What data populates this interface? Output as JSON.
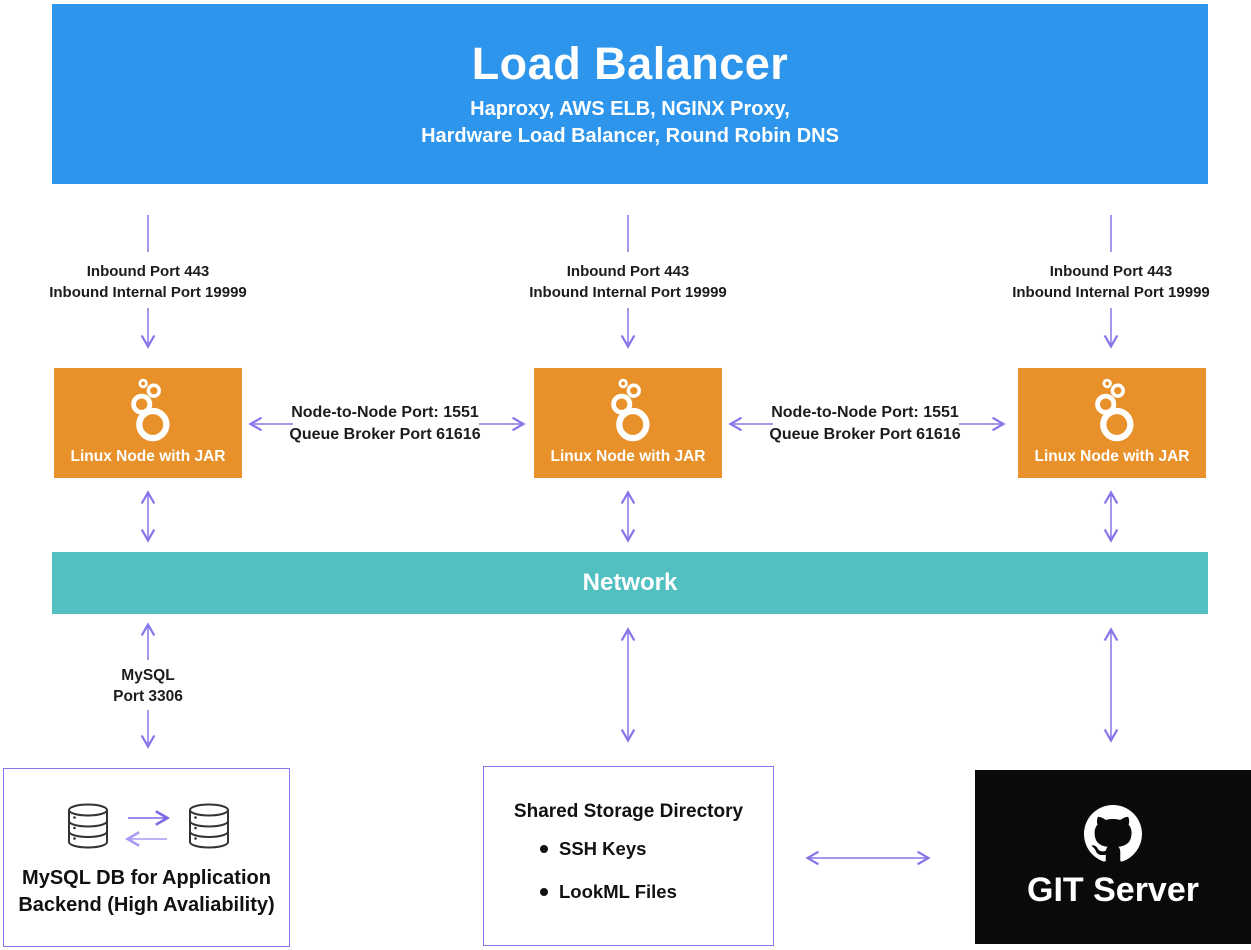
{
  "load_balancer": {
    "title": "Load Balancer",
    "subtitle_line1": "Haproxy, AWS ELB, NGINX Proxy,",
    "subtitle_line2": "Hardware Load Balancer, Round Robin DNS",
    "color": "#2D96EC"
  },
  "inbound_label": {
    "line1": "Inbound Port 443",
    "line2": "Inbound Internal Port 19999"
  },
  "nodes": {
    "label": "Linux Node with JAR",
    "count": 3,
    "color": "#E8912B",
    "icon": "looker-logo"
  },
  "node_link": {
    "line1": "Node-to-Node Port: 1551",
    "line2": "Queue Broker Port 61616"
  },
  "network": {
    "label": "Network",
    "color": "#52BFC1"
  },
  "mysql_link": {
    "line1": "MySQL",
    "line2": "Port 3306"
  },
  "mysql_box": {
    "line1": "MySQL DB for Application",
    "line2": "Backend (High Avaliability)",
    "icon": "database-replication",
    "border_color": "#8678E9"
  },
  "storage_box": {
    "title": "Shared Storage Directory",
    "items": [
      "SSH Keys",
      "LookML Files"
    ],
    "border_color": "#8678E9"
  },
  "git_box": {
    "label": "GIT Server",
    "icon": "github-octocat",
    "color": "#0A0A0A"
  },
  "arrow_color": "#8576EA",
  "arrow_color_light": "#A89BF2",
  "arrow_color_dark": "#7B69E8"
}
